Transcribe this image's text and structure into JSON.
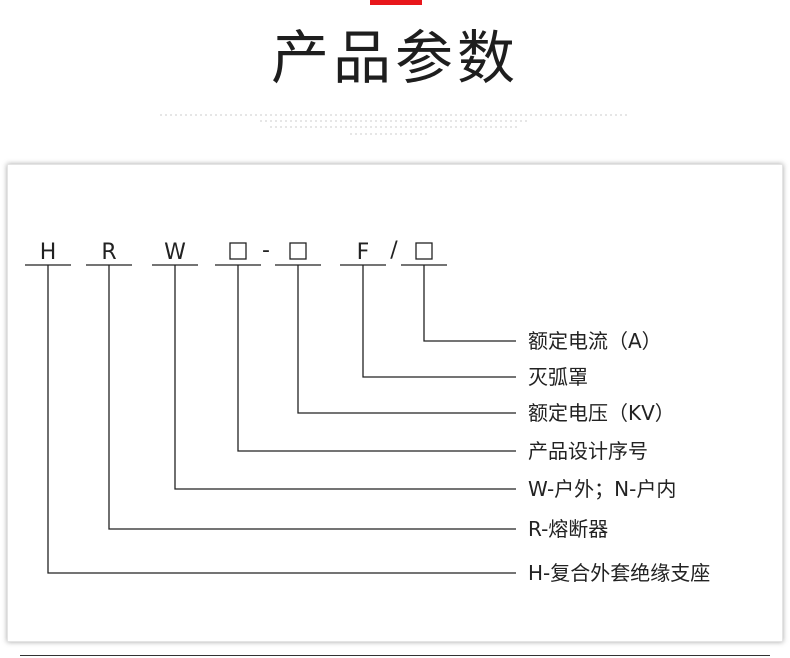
{
  "header": {
    "title": "产品参数",
    "accent_color": "#e8161b"
  },
  "model_code": {
    "segments": [
      {
        "symbol": "H",
        "box": false
      },
      {
        "symbol": "R",
        "box": false
      },
      {
        "symbol": "W",
        "box": false
      },
      {
        "symbol": "□",
        "box": true
      },
      {
        "symbol": "□",
        "box": true
      },
      {
        "symbol": "F",
        "box": false
      },
      {
        "symbol": "□",
        "box": true
      }
    ],
    "separators": [
      "-",
      "/"
    ]
  },
  "legend": [
    {
      "label": "额定电流（A）"
    },
    {
      "label": "灭弧罩"
    },
    {
      "label": "额定电压（KV）"
    },
    {
      "label": "产品设计序号"
    },
    {
      "label": "W-户外；N-户内"
    },
    {
      "label": "R-熔断器"
    },
    {
      "label": "H-复合外套绝缘支座"
    }
  ]
}
